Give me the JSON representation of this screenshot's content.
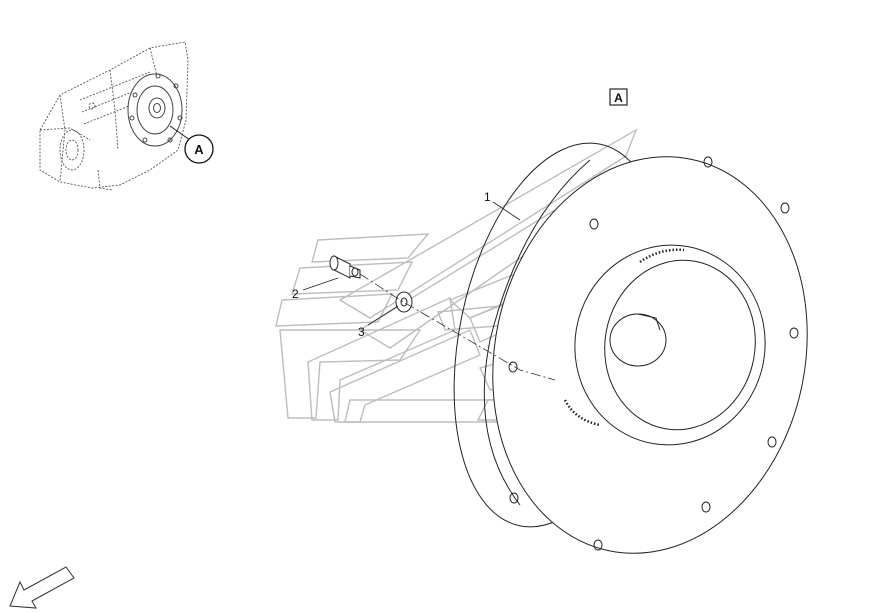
{
  "view_label": "A",
  "inset_callout": "A",
  "parts": [
    {
      "number": "1",
      "part": "disc"
    },
    {
      "number": "2",
      "part": "bolt"
    },
    {
      "number": "3",
      "part": "washer"
    }
  ],
  "colors": {
    "line": "#222222",
    "watermark": "#bdbdbd",
    "inset": "#555555"
  },
  "icons": [
    "orientation-arrow-icon"
  ]
}
